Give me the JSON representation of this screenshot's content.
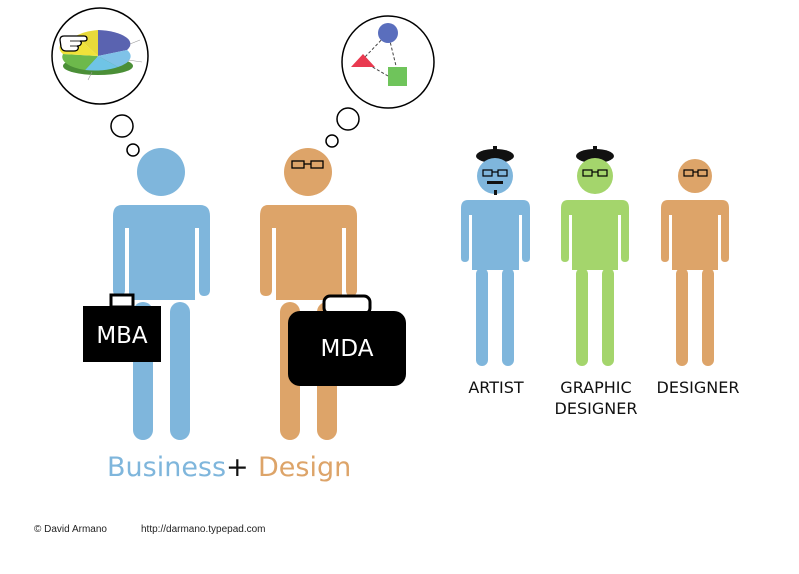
{
  "colors": {
    "business_blue": "#7fb6dc",
    "design_orange": "#dda469",
    "graphic_green": "#a4d56c",
    "case_black": "#000000",
    "hat_black": "#111111"
  },
  "figures": {
    "business": {
      "case_label": "MBA"
    },
    "design": {
      "case_label": "MDA"
    },
    "artist": {
      "caption": "ARTIST"
    },
    "graphic_designer": {
      "caption_line1": "GRAPHIC",
      "caption_line2": "DESIGNER"
    },
    "designer": {
      "caption": "DESIGNER"
    }
  },
  "headline": {
    "left": "Business",
    "plus": "+",
    "right": "Design"
  },
  "footer": {
    "copyright": "© David Armano",
    "url": "http://darmano.typepad.com"
  },
  "icons": {
    "left_thought": "pie-chart-with-pointing-hand-icon",
    "right_thought": "shapes-diagram-icon"
  }
}
